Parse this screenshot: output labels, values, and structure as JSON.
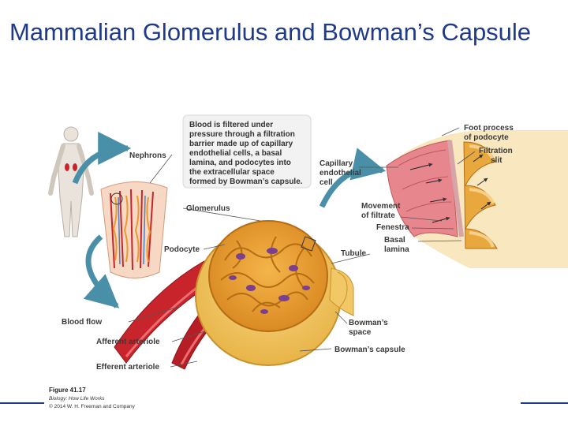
{
  "slide": {
    "title": "Mammalian Glomerulus and Bowman’s Capsule"
  },
  "figure": {
    "callout_lines": [
      "Blood is filtered under",
      "pressure through a filtration",
      "barrier made up of capillary",
      "endothelial cells, a basal",
      "lamina, and podocytes into",
      "the extracellular space",
      "formed by Bowman’s capsule."
    ],
    "labels": {
      "nephrons": "Nephrons",
      "glomerulus": "Glomerulus",
      "podocyte": "Podocyte",
      "blood_flow": "Blood flow",
      "afferent_arteriole": "Afferent arteriole",
      "efferent_arteriole": "Efferent arteriole",
      "capillary_line1": "Capillary",
      "capillary_line2": "endothelial",
      "capillary_line3": "cell",
      "movement_line1": "Movement",
      "movement_line2": "of filtrate",
      "fenestra": "Fenestra",
      "basal_line1": "Basal",
      "basal_line2": "lamina",
      "tubule": "Tubule",
      "bowmans_space_line1": "Bowman’s",
      "bowmans_space_line2": "space",
      "bowmans_capsule": "Bowman’s capsule",
      "foot_process_line1": "Foot process",
      "foot_process_line2": "of podocyte",
      "filtration_slit_line1": "Filtration",
      "filtration_slit_line2": "slit"
    },
    "caption": {
      "number": "Figure 41.17",
      "source": "Biology: How Life Works",
      "copyright": "© 2014 W. H. Freeman and Company"
    }
  },
  "colors": {
    "title": "#1f3a8a",
    "footer_rule": "#1f3a8a",
    "arrow_teal": "#4a8fa8",
    "glomerulus_orange": "#e89a2c",
    "capsule_yellow": "#f2c766",
    "vessel_red": "#c8242b",
    "podocyte_purple": "#7a3f8f",
    "membrane_pink": "#e8868e"
  }
}
